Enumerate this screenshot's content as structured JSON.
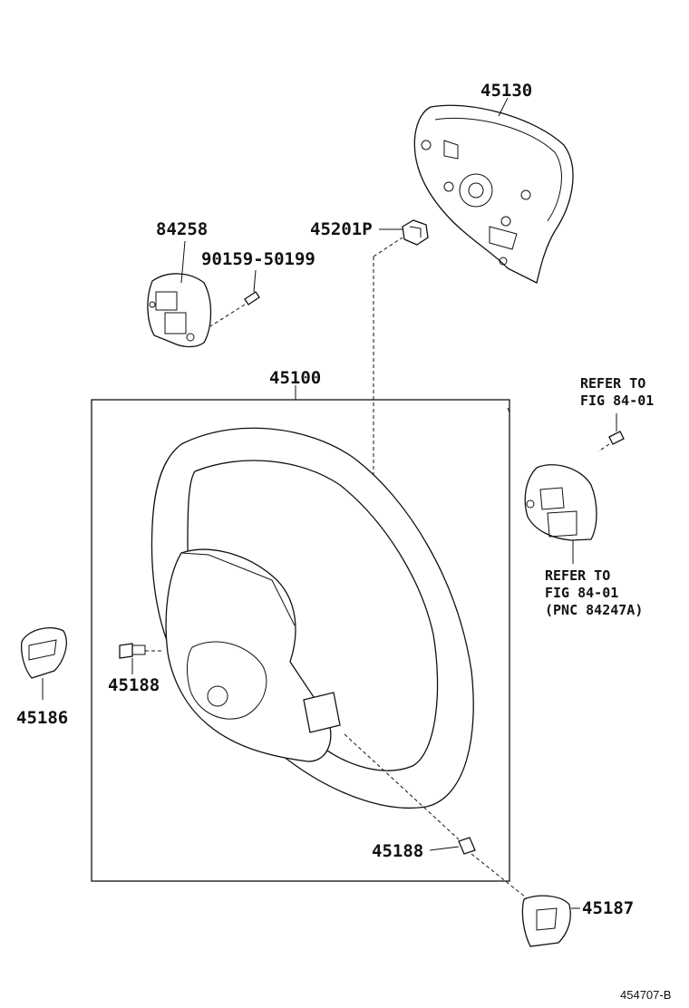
{
  "parts": {
    "p45130": "45130",
    "p84258": "84258",
    "p9015950199": "90159-50199",
    "p45201p": "45201P",
    "p45100": "45100",
    "p45188_left": "45188",
    "p45186": "45186",
    "p45188_bottom": "45188",
    "p45187": "45187"
  },
  "notes": {
    "refer_top_line1": "REFER TO",
    "refer_top_line2": "FIG 84-01",
    "refer_right_line1": "REFER TO",
    "refer_right_line2": "FIG 84-01",
    "refer_right_line3": "(PNC 84247A)"
  },
  "diagram_id": "454707-B"
}
